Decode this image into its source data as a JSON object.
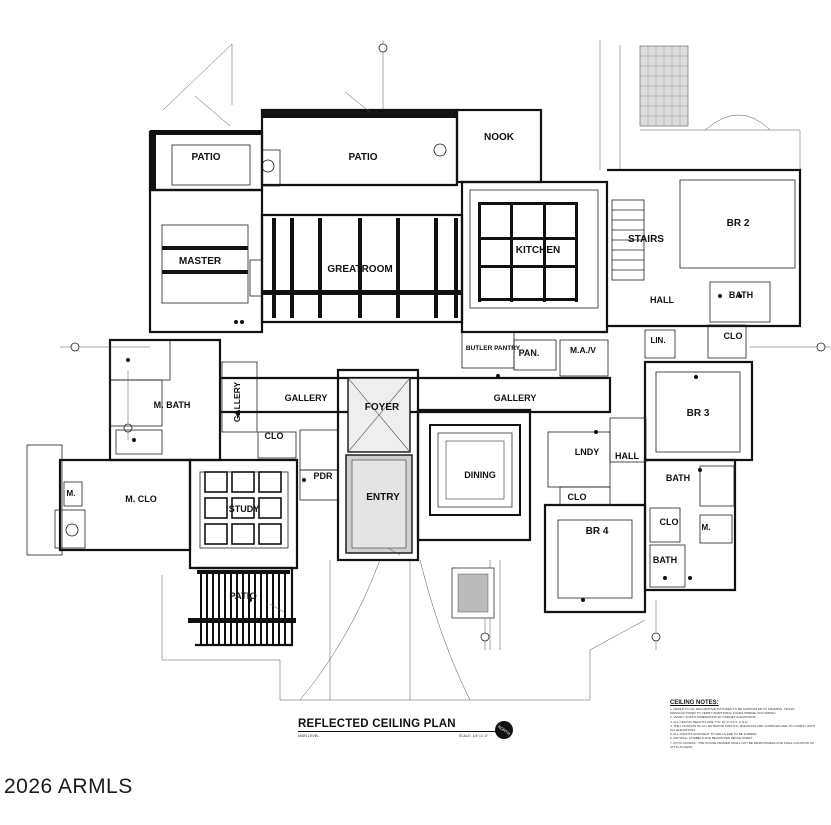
{
  "drawing": {
    "title": "REFLECTED CEILING PLAN",
    "sheet_label": "MAIN LEVEL",
    "scale": "SCALE: 1/4\"=1'-0\"",
    "north_label": "NORTH",
    "watermark": "2026 ARMLS"
  },
  "rooms": {
    "nook": "NOOK",
    "patio_left": "PATIO",
    "patio_center": "PATIO",
    "patio_bottom": "PATIO",
    "master": "MASTER",
    "greatroom": "GREATROOM",
    "kitchen": "KITCHEN",
    "stairs": "STAIRS",
    "br2": "BR 2",
    "bath_br2": "BATH",
    "hall_upper": "HALL",
    "lin": "LIN.",
    "clo_upper": "CLO",
    "butler_pantry": "BUTLER PANTRY",
    "pan": "PAN.",
    "mav": "M.A./V",
    "br3": "BR 3",
    "gallery_left": "GALLERY",
    "gallery_vertical": "GALLERY",
    "foyer": "FOYER",
    "gallery_right": "GALLERY",
    "m_bath": "M. BATH",
    "clo_mid": "CLO",
    "lndy": "LNDY",
    "hall_lower": "HALL",
    "dining": "DINING",
    "pdr": "PDR",
    "entry": "ENTRY",
    "bath_br3": "BATH",
    "m_small": "M.",
    "m_clo": "M. CLO",
    "study": "STUDY",
    "clo_lower": "CLO",
    "clo_br4": "CLO",
    "m_br4": "M.",
    "br4": "BR 4",
    "bath_br4": "BATH"
  },
  "ceiling_notes": {
    "title": "CEILING NOTES:",
    "lines": [
      "1. REFER TO ALL DECORATIVE FIXTURES TO BE SUPPORTED TO FRAMING. TRUSS MANUFACTURER TO VERIFY ADDITIONAL LOADS WHERE OCCURRING.",
      "2. VERIFY SOFFIT DIMENSIONS W/ CABINET ELEVATIONS.",
      "3. ALL CEILING HEIGHTS ARE TYP. 10'-0\" A.F.F. U.N.O.",
      "4. THE LOCATION OF ALL EXTERIOR SOFFITS, MOLDINGS AND CORNICES ARE TO COMPLY WITH ALL ELEVATIONS.",
      "5. ALL SOFFITS ADJACENT TO WALLS ARE TO BE FURRED.",
      "6. DRYWALL CORBELS AND BEAMS PER DETAIL SHEET.",
      "7. ATTIC ACCESS - THE HOUSE FRAMER SHALL NOT BE RESPONSIBLE FOR FINAL LOCATION OF ATTIC ACCESS."
    ]
  }
}
